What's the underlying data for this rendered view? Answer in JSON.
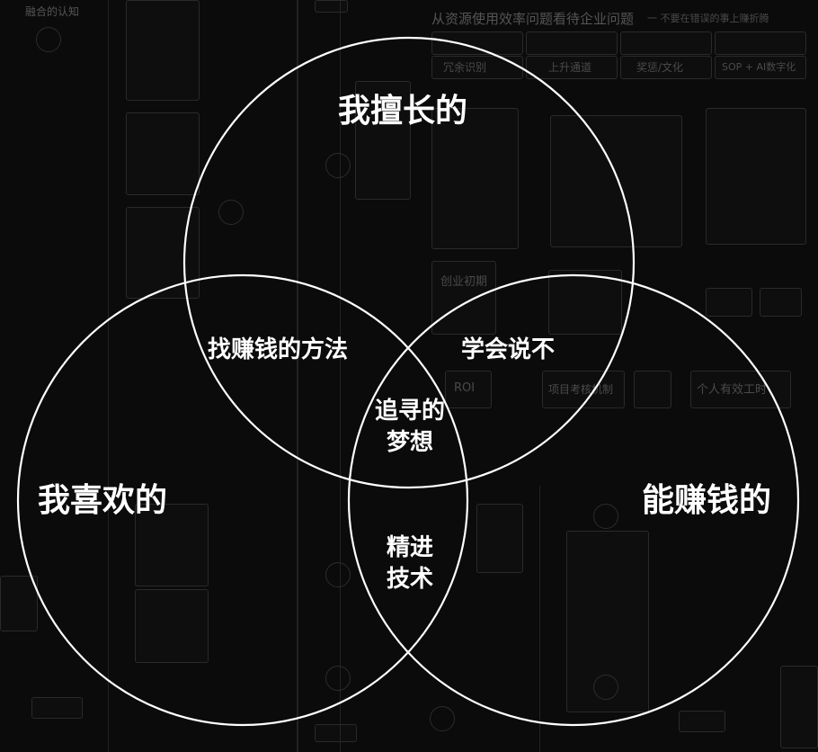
{
  "diagram": {
    "circles": [
      {
        "key": "good_at",
        "label": "我擅长的"
      },
      {
        "key": "like",
        "label": "我喜欢的"
      },
      {
        "key": "money",
        "label": "能赚钱的"
      }
    ],
    "overlaps": {
      "good_like": "找赚钱的方法",
      "good_money": "学会说不",
      "center_line1": "追寻的",
      "center_line2": "梦想",
      "like_money_line1": "精进",
      "like_money_line2": "技术"
    },
    "colors": {
      "background": "#0b0b0b",
      "circle_stroke": "#ffffff",
      "text": "#ffffff"
    }
  },
  "background": {
    "heading": "从资源使用效率问题看待企业问题",
    "sub_heading": "一 不要在错误的事上赚折腾",
    "left_heading": "融合的认知",
    "startup_label": "创业初期",
    "roi_label": "ROI",
    "project_label": "项目考核机制",
    "personal_label": "个人有效工时",
    "sop_label": "SOP + AI数字化",
    "promote_label": "上升通道",
    "reward_label": "奖惩/文化",
    "redundant_label": "冗余识别"
  }
}
